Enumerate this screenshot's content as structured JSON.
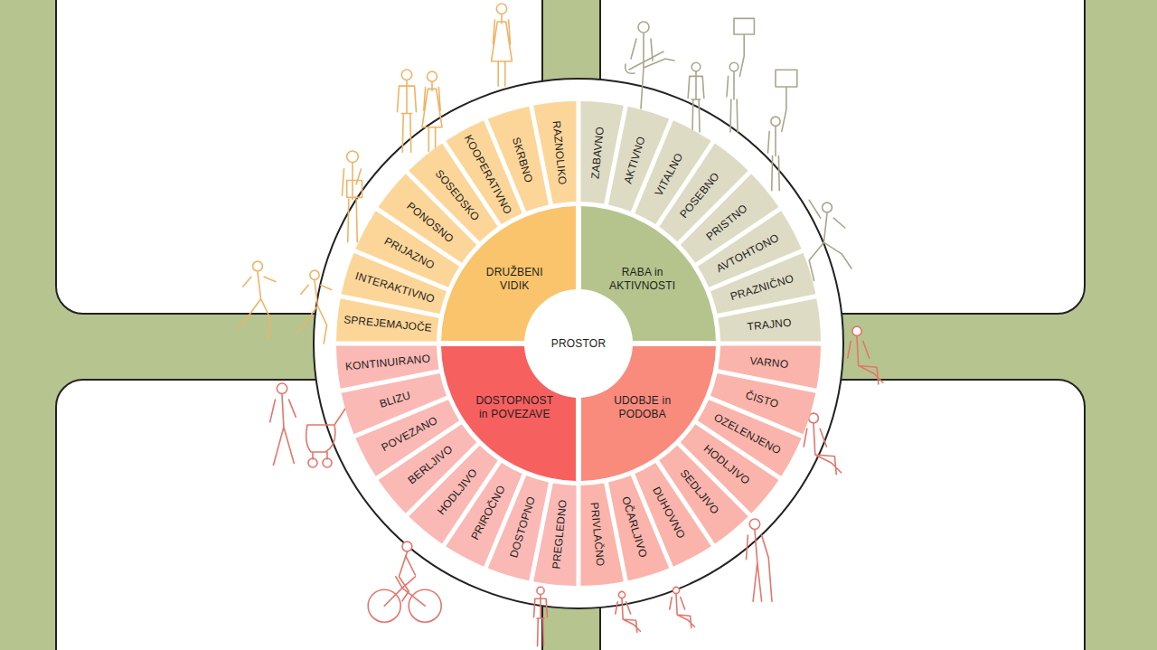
{
  "diagram": {
    "nodes": [
      {
        "text": [
          "PROSTOR"
        ]
      },
      {
        "text": [
          "DRUŽBENI VIDIK"
        ]
      },
      {
        "text": [
          "RABA in AKTIVNOSTI"
        ]
      },
      {
        "text": [
          "DOSTOPNOST in POVEZAVE"
        ]
      },
      {
        "text": [
          "UDOBJE in PODOBA"
        ]
      },
      {
        "text": [
          "SPREJEMAJOČE"
        ]
      },
      {
        "text": [
          "INTERAKTIVNO"
        ]
      },
      {
        "text": [
          "PRIJAZNO"
        ]
      },
      {
        "text": [
          "PONOSNO"
        ]
      },
      {
        "text": [
          "SOSEDSKO"
        ]
      },
      {
        "text": [
          "KOOPERATIVNO"
        ]
      },
      {
        "text": [
          "SKRBNO"
        ]
      },
      {
        "text": [
          "RAZNOLIKO"
        ]
      },
      {
        "text": [
          "ZABAVNO"
        ]
      },
      {
        "text": [
          "AKTIVNO"
        ]
      },
      {
        "text": [
          "VITALNO"
        ]
      },
      {
        "text": [
          "POSEBNO"
        ]
      },
      {
        "text": [
          "PRISTNO"
        ]
      },
      {
        "text": [
          "AVTOHTONO"
        ]
      },
      {
        "text": [
          "PRAZNIČNO"
        ]
      },
      {
        "text": [
          "TRAJNO"
        ]
      },
      {
        "text": [
          "KONTINUIRANO"
        ]
      },
      {
        "text": [
          "BLIZU"
        ]
      },
      {
        "text": [
          "POVEZANO"
        ]
      },
      {
        "text": [
          "BERLJIVO"
        ]
      },
      {
        "text": [
          "HODLJIVO"
        ]
      },
      {
        "text": [
          "PRIROČNO"
        ]
      },
      {
        "text": [
          "DOSTOPNO"
        ]
      },
      {
        "text": [
          "PREGLEDNO"
        ]
      },
      {
        "text": [
          "VARNO"
        ]
      },
      {
        "text": [
          "ČISTO"
        ]
      },
      {
        "text": [
          "OZELENJENO"
        ]
      },
      {
        "text": [
          "HODLJIVO"
        ]
      },
      {
        "text": [
          "SEDLJIVO"
        ]
      },
      {
        "text": [
          "DUHOVNO"
        ]
      },
      {
        "text": [
          "OČARLJIVO"
        ]
      },
      {
        "text": [
          "PRIVLAČNO"
        ]
      }
    ]
  }
}
